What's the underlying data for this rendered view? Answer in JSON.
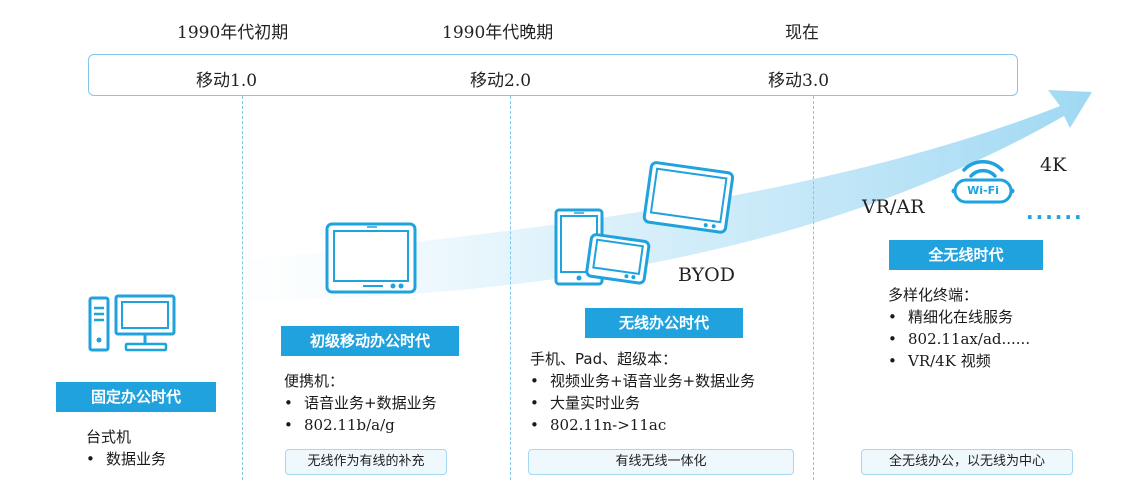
{
  "eras": [
    "1990年代初期",
    "1990年代晚期",
    "现在"
  ],
  "phases": [
    "移动1.0",
    "移动2.0",
    "移动3.0"
  ],
  "columns": [
    {
      "badge": "固定办公时代",
      "heading": "台式机",
      "items": [
        "数据业务"
      ],
      "icon": "desktop-computer-icon"
    },
    {
      "badge": "初级移动办公时代",
      "heading": "便携机：",
      "items": [
        "语音业务+数据业务",
        "802.11b/a/g"
      ],
      "summary": "无线作为有线的补充",
      "icon": "laptop-tablet-icon"
    },
    {
      "badge": "无线办公时代",
      "heading": "手机、Pad、超级本：",
      "items": [
        "视频业务+语音业务+数据业务",
        "大量实时业务",
        "802.11n->11ac"
      ],
      "summary": "有线无线一体化",
      "label": "BYOD",
      "icon": "multi-device-icon"
    },
    {
      "badge": "全无线时代",
      "heading": "多样化终端：",
      "items": [
        "精细化在线服务",
        "802.11ax/ad......",
        "VR/4K 视频"
      ],
      "summary": "全无线办公，以无线为中心",
      "labels": [
        "VR/AR",
        "4K"
      ],
      "wifi": "Wi-Fi",
      "dots": "......",
      "icon": "wifi-cloud-icon"
    }
  ],
  "colors": {
    "accent": "#1fa2de",
    "line": "#7ec9ea",
    "summary_bg": "#eef8fd"
  }
}
